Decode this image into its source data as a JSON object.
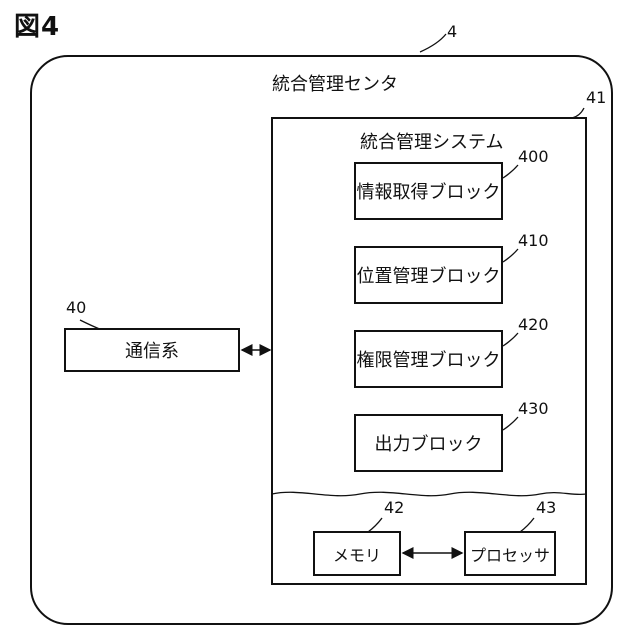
{
  "figure": {
    "title": "図4"
  },
  "center": {
    "ref": "4",
    "label": "統合管理センタ"
  },
  "communication": {
    "ref": "40",
    "label": "通信系"
  },
  "system": {
    "ref": "41",
    "label": "統合管理システム",
    "blocks": [
      {
        "ref": "400",
        "label": "情報取得ブロック"
      },
      {
        "ref": "410",
        "label": "位置管理ブロック"
      },
      {
        "ref": "420",
        "label": "権限管理ブロック"
      },
      {
        "ref": "430",
        "label": "出力ブロック"
      }
    ],
    "memory": {
      "ref": "42",
      "label": "メモリ"
    },
    "processor": {
      "ref": "43",
      "label": "プロセッサ"
    }
  }
}
